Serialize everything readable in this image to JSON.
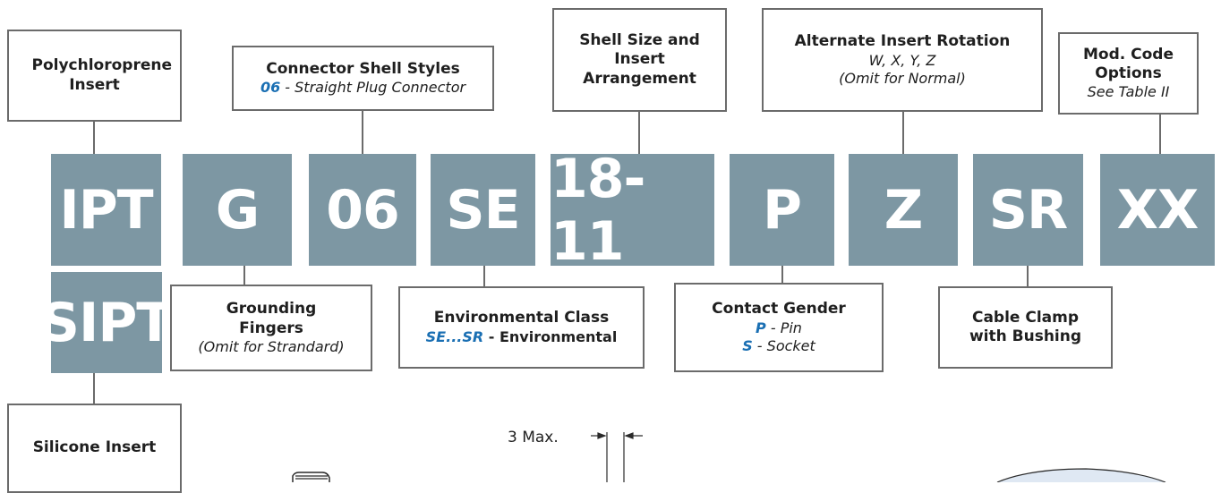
{
  "codes": [
    "IPT",
    "G",
    "06",
    "SE",
    "18-11",
    "P",
    "Z",
    "SR",
    "XX",
    "SIPT"
  ],
  "labels": {
    "polychloroprene": {
      "title": "Polychloroprene Insert"
    },
    "shell_styles": {
      "title": "Connector Shell Styles",
      "code": "06",
      "desc": " - Straight Plug Connector"
    },
    "shell_size": {
      "title": "Shell Size and Insert Arrangement"
    },
    "rotation": {
      "title": "Alternate Insert Rotation",
      "line1": "W, X, Y, Z",
      "line2": "(Omit for Normal)"
    },
    "mod_code": {
      "title": "Mod. Code Options",
      "line1": "See Table II"
    },
    "grounding": {
      "title": "Grounding Fingers",
      "line1": "(Omit for Strandard)"
    },
    "environmental": {
      "title": "Environmental Class",
      "code": "SE...SR",
      "desc": " - Environmental"
    },
    "gender": {
      "title": "Contact Gender",
      "p_code": "P",
      "p_desc": " - Pin",
      "s_code": "S",
      "s_desc": " - Socket"
    },
    "clamp": {
      "title": "Cable Clamp with Bushing"
    },
    "silicone": {
      "title": "Silicone Insert"
    }
  },
  "drawing": {
    "dimension_label": "3 Max."
  },
  "colors": {
    "code_box": "#7d97a3",
    "accent": "#1a6fb3",
    "border": "#6b6b6b"
  }
}
